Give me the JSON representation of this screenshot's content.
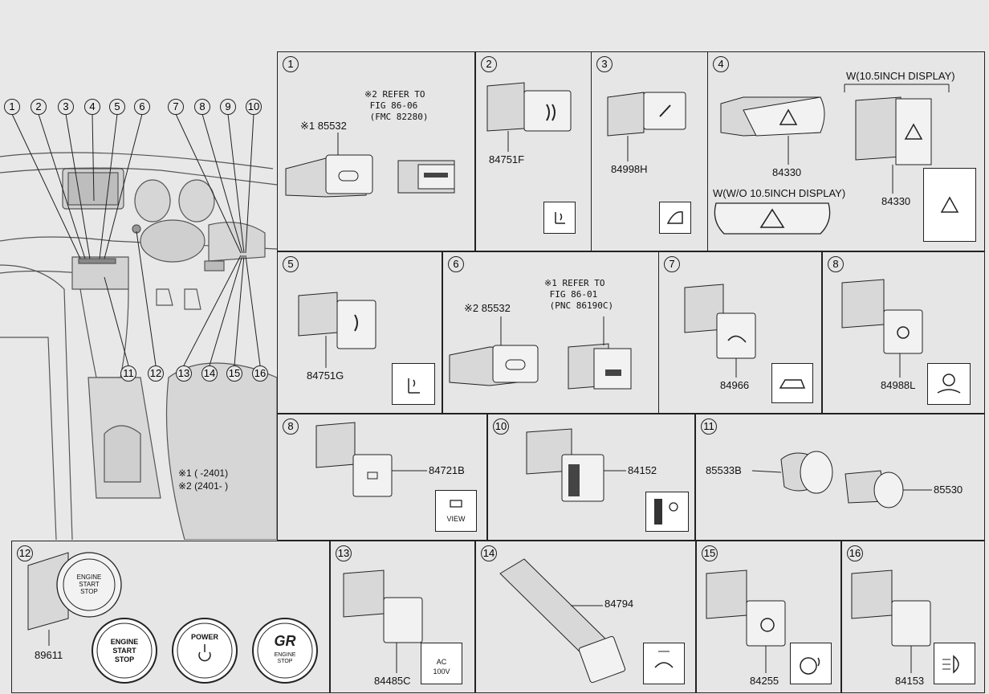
{
  "overview": {
    "callouts_top": [
      "1",
      "2",
      "3",
      "4",
      "5",
      "6",
      "7",
      "8",
      "9",
      "10"
    ],
    "callouts_bottom": [
      "11",
      "12",
      "13",
      "14",
      "15",
      "16"
    ],
    "note1": "※1 (      -2401)",
    "note2": "※2 (2401-      )"
  },
  "panels": {
    "p1": {
      "num": "1",
      "part_a": "※1 85532",
      "ref_note": "※2 REFER TO\n FIG 86-06\n (FMC 82280)"
    },
    "p2": {
      "num": "2",
      "part": "84751F"
    },
    "p3": {
      "num": "3",
      "part": "84998H"
    },
    "p4": {
      "num": "4",
      "part_a": "84330",
      "part_b": "84330",
      "w_label": "W(10.5INCH DISPLAY)",
      "wo_label": "W(W/O 10.5INCH DISPLAY)"
    },
    "p5": {
      "num": "5",
      "part": "84751G"
    },
    "p6": {
      "num": "6",
      "part_a": "※2 85532",
      "ref_note": "※1 REFER TO\n FIG 86-01\n (PNC 86190C)"
    },
    "p7": {
      "num": "7",
      "part": "84966"
    },
    "p8a": {
      "num": "8",
      "part": "84988L"
    },
    "p8b": {
      "num": "8",
      "part": "84721B",
      "sym_text": "VIEW"
    },
    "p10": {
      "num": "10",
      "part": "84152"
    },
    "p11": {
      "num": "11",
      "part_a": "85533B",
      "part_b": "85530"
    },
    "p12": {
      "num": "12",
      "part": "89611",
      "btn1_l1": "ENGINE",
      "btn1_l2": "START",
      "btn1_l3": "STOP",
      "btn2": "POWER",
      "btn3_logo": "GR",
      "btn3_sub1": "ENGINE",
      "btn3_sub2": "STOP",
      "knob_l1": "ENGINE",
      "knob_l2": "START",
      "knob_l3": "STOP"
    },
    "p13": {
      "num": "13",
      "part": "84485C",
      "sym_l1": "AC",
      "sym_l2": "100V"
    },
    "p14": {
      "num": "14",
      "part": "84794"
    },
    "p15": {
      "num": "15",
      "part": "84255"
    },
    "p16": {
      "num": "16",
      "part": "84153"
    }
  }
}
